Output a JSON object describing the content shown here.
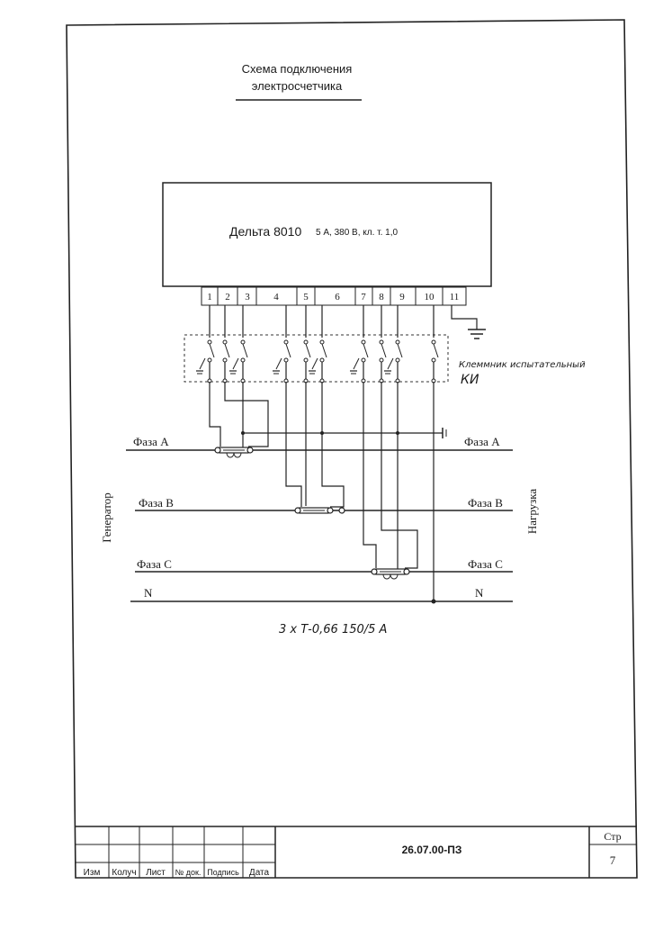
{
  "title": {
    "line1": "Схема подключения",
    "line2": "электросчетчика"
  },
  "meter": {
    "name": "Дельта 8010",
    "rating": "5 А, 380 В, кл. т. 1,0"
  },
  "terminals": [
    "1",
    "2",
    "3",
    "4",
    "5",
    "6",
    "7",
    "8",
    "9",
    "10",
    "11"
  ],
  "test_block": {
    "line1": "Клеммник испытательный",
    "line2": "КИ"
  },
  "lines": {
    "phase_a": "Фаза А",
    "phase_b": "Фаза В",
    "phase_c": "Фаза С",
    "neutral": "N"
  },
  "side_labels": {
    "left": "Генератор",
    "right": "Нагрузка"
  },
  "transformers": "3 х Т-0,66 150/5 А",
  "title_block": {
    "columns": [
      "Изм",
      "Колуч",
      "Лист",
      "№ док.",
      "Подпись",
      "Дата"
    ],
    "doc_code": "26.07.00-ПЗ",
    "sheet_label": "Стр",
    "sheet_no": "7"
  }
}
